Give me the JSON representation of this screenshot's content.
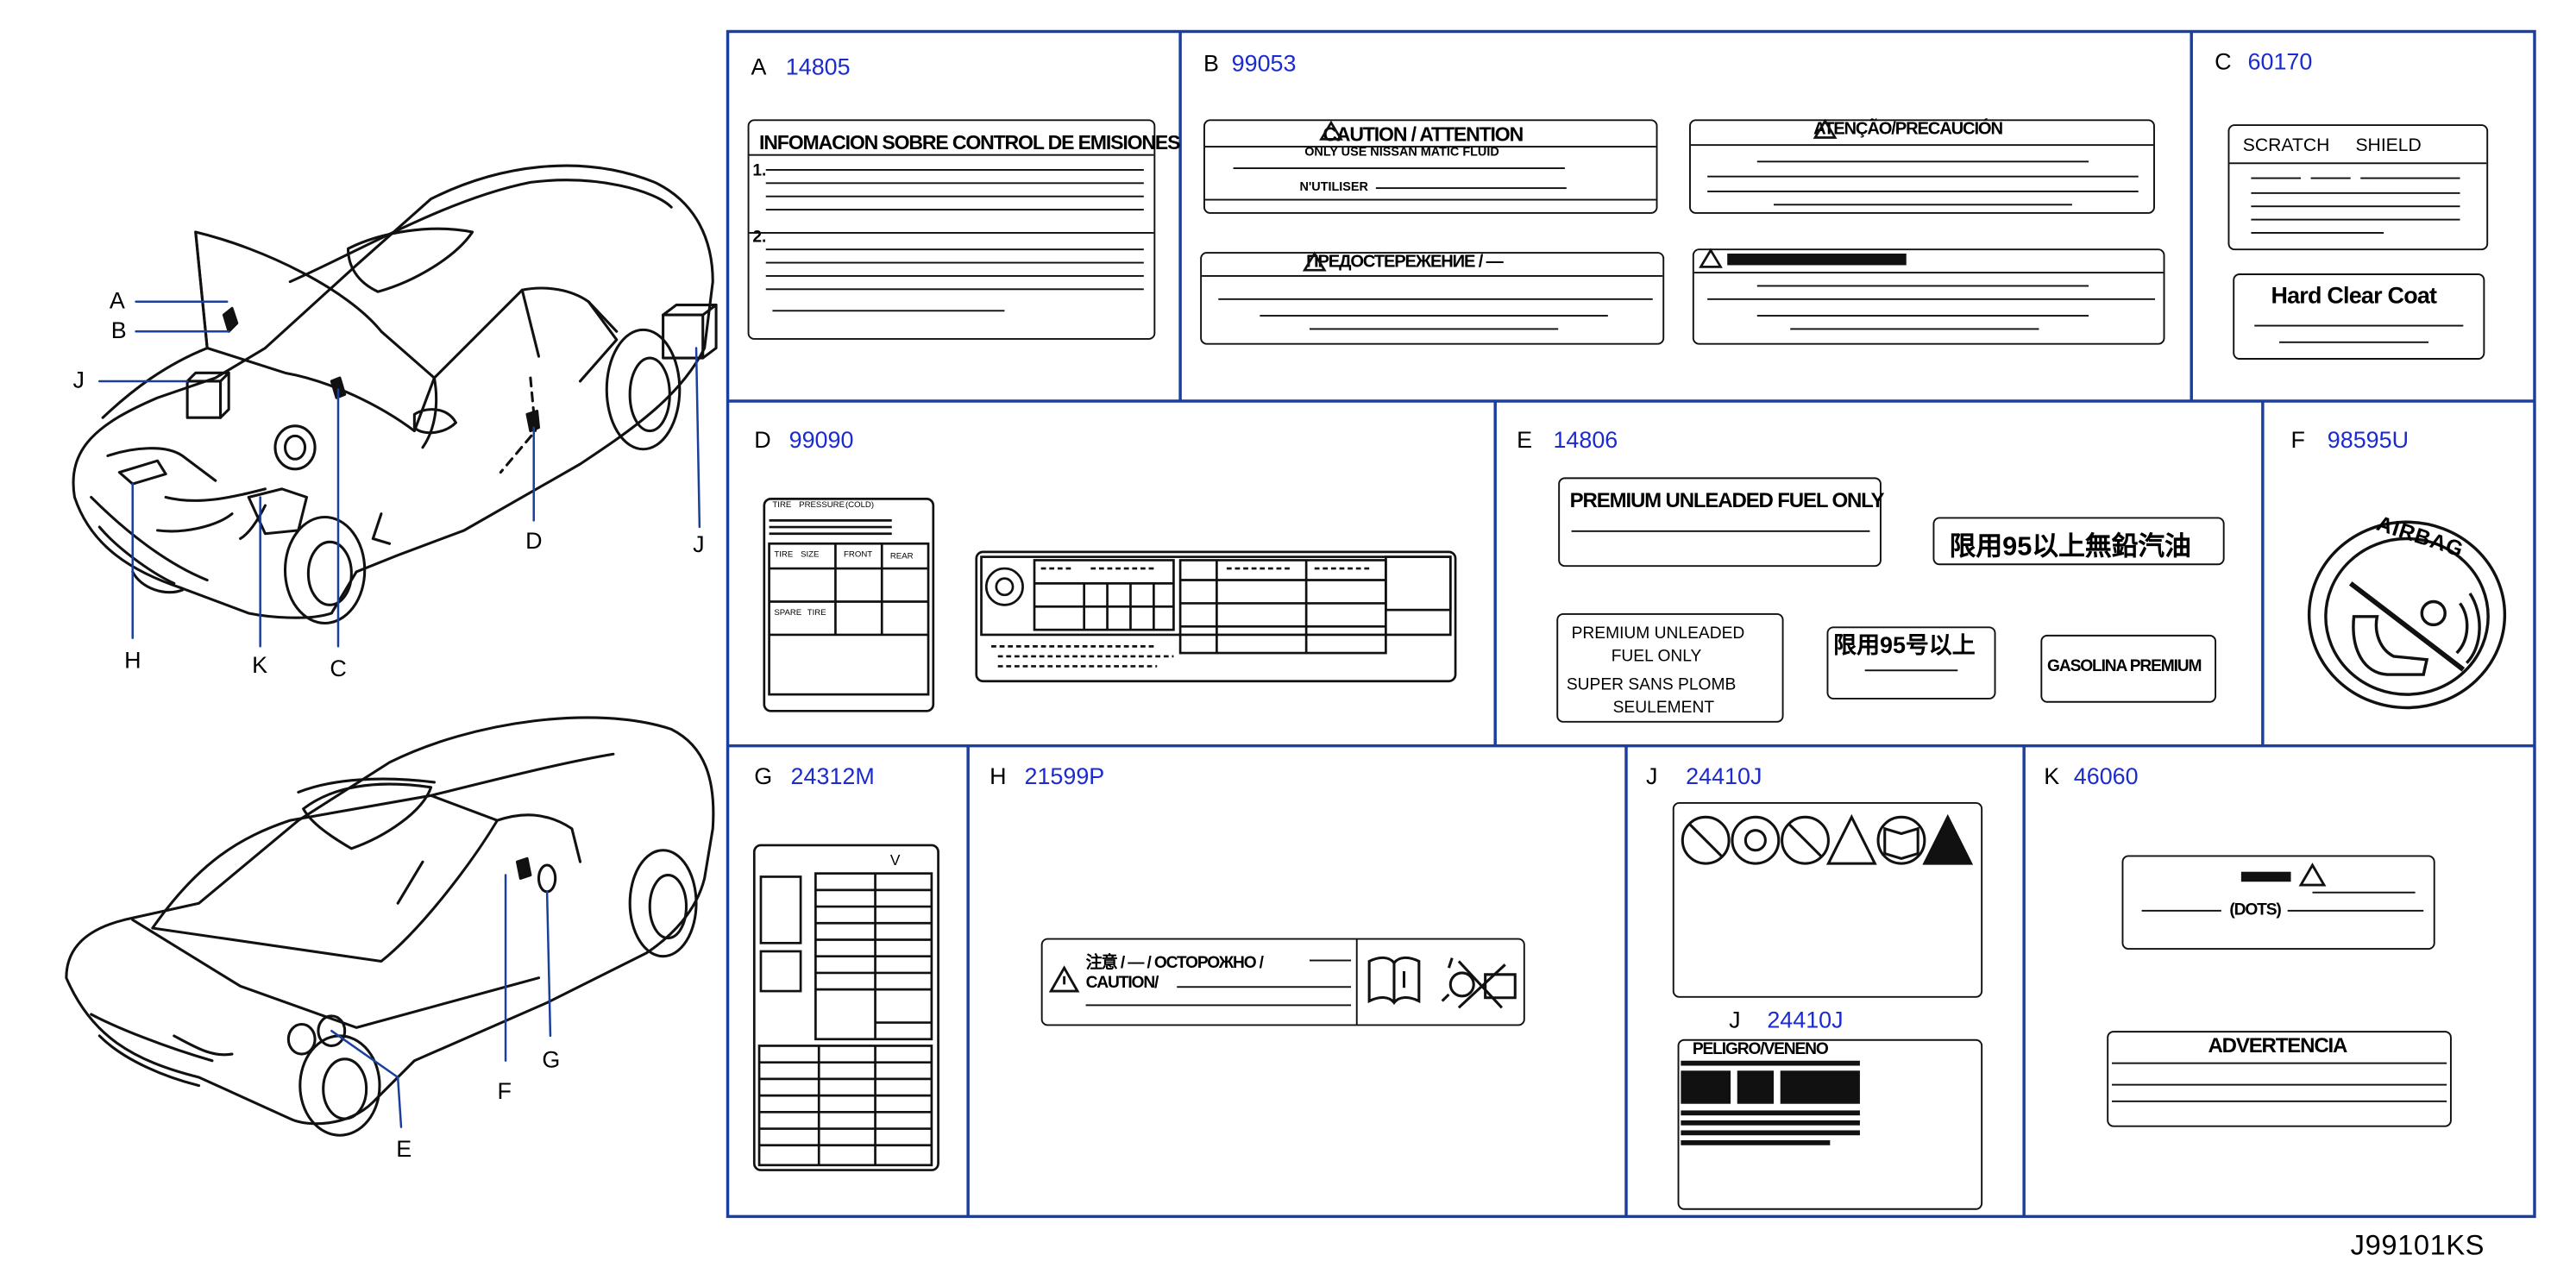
{
  "drawing_code": "J99101KS",
  "callouts": [
    "A",
    "B",
    "J",
    "H",
    "K",
    "C",
    "D",
    "J",
    "E",
    "F",
    "G"
  ],
  "cells": [
    {
      "letter": "A",
      "number": "14805"
    },
    {
      "letter": "B",
      "number": "99053"
    },
    {
      "letter": "C",
      "number": "60170"
    },
    {
      "letter": "D",
      "number": "99090"
    },
    {
      "letter": "E",
      "number": "14806"
    },
    {
      "letter": "F",
      "number": "98595U"
    },
    {
      "letter": "G",
      "number": "24312M"
    },
    {
      "letter": "H",
      "number": "21599P"
    },
    {
      "letter": "J",
      "number": "24410J"
    },
    {
      "letter": "J",
      "number": "24410J"
    },
    {
      "letter": "K",
      "number": "46060"
    }
  ],
  "labels": {
    "a_title": "INFOMACION SOBRE CONTROL DE EMISIONES",
    "a_n1": "1.",
    "a_n2": "2.",
    "b_caution": "CAUTION / ATTENTION",
    "b_only": "ONLY  USE  NISSAN  MATIC  FLUID",
    "b_nutiliser": "N'UTILISER",
    "b_atencao": "ATENÇÃO/PRECAUCIÓN",
    "b_russian": "ПРЕДОСТЕРЕЖЕНИЕ / —",
    "c_scratch": "SCRATCH",
    "c_shield": "SHIELD",
    "c_hard": "Hard Clear Coat",
    "d_tire": "TIRE",
    "d_pressure": "PRESSURE",
    "d_cold": "(COLD)",
    "d_size": "SIZE",
    "d_front": "FRONT",
    "d_rear": "REAR",
    "d_spare": "SPARE",
    "d_tire2": "TIRE",
    "e_premium": "PREMIUM UNLEADED FUEL ONLY",
    "e_chinese": "限用95以上無鉛汽油",
    "e_pu": "PREMIUM    UNLEADED",
    "e_fo": "FUEL    ONLY",
    "e_ssp": "SUPER    SANS    PLOMB",
    "e_seul": "SEULEMENT",
    "e_chinese2": "限用95号以上",
    "e_gasolina": "GASOLINA PREMIUM",
    "f_airbag": "AIRBAG",
    "g_v": "V",
    "h_top": "注意 / — / ОСТОРОЖНО /",
    "h_caution": "CAUTION/",
    "j_peligro": "PELIGRO/VENENO",
    "k_dots": "(DOTS)",
    "k_advertencia": "ADVERTENCIA"
  },
  "colors": {
    "frame": "#1a3f9e",
    "part_number": "#1a2bd0",
    "line": "#111111"
  }
}
